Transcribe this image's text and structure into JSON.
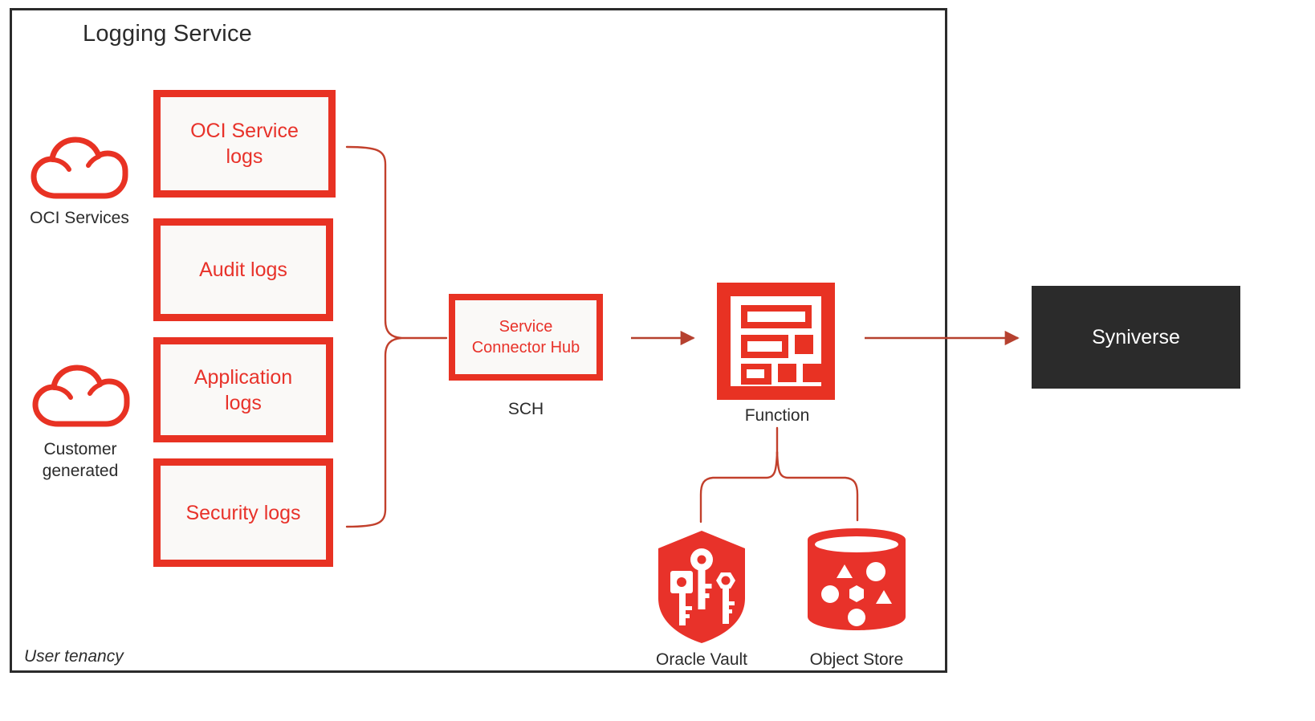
{
  "diagram": {
    "title": "Logging Service",
    "footer": "User tenancy",
    "colors": {
      "accent_red": "#e83223",
      "text_red": "#e8322a",
      "dark": "#2b2b2b",
      "box_fill": "#faf9f7",
      "connector": "#b6412f"
    }
  },
  "sources": [
    {
      "icon": "cloud-icon",
      "label": "OCI Services"
    },
    {
      "icon": "cloud-icon",
      "label": "Customer generated",
      "label_line1": "Customer",
      "label_line2": "generated"
    }
  ],
  "log_boxes": [
    {
      "label": "OCI Service logs",
      "line1": "OCI Service",
      "line2": "logs"
    },
    {
      "label": "Audit logs",
      "line1": "Audit logs",
      "line2": ""
    },
    {
      "label": "Application logs",
      "line1": "Application",
      "line2": "logs"
    },
    {
      "label": "Security logs",
      "line1": "Security logs",
      "line2": ""
    }
  ],
  "sch": {
    "box_line1": "Service",
    "box_line2": "Connector Hub",
    "caption": "SCH"
  },
  "function": {
    "icon": "function-icon",
    "caption": "Function"
  },
  "destination": {
    "label": "Syniverse"
  },
  "services": [
    {
      "icon": "shield-keys-icon",
      "label": "Oracle Vault"
    },
    {
      "icon": "database-cylinder-icon",
      "label": "Object Store"
    }
  ]
}
